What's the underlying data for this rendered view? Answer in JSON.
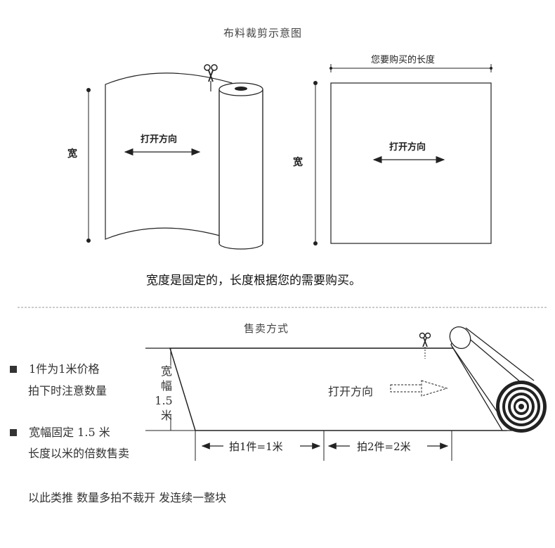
{
  "top_section": {
    "title": "布料裁剪示意图",
    "left_figure": {
      "width_label": "宽",
      "direction_label": "打开方向"
    },
    "right_figure": {
      "length_label": "您要购买的长度",
      "width_label": "宽",
      "direction_label": "打开方向"
    },
    "note": "宽度是固定的，长度根据您的需要购买。"
  },
  "bottom_section": {
    "title": "售卖方式",
    "bullets": [
      {
        "line1": "1件为1米价格",
        "line2": "拍下时注意数量"
      },
      {
        "line1": "宽幅固定 1.5 米",
        "line2": "长度以米的倍数售卖"
      }
    ],
    "width_label": {
      "line1": "宽",
      "line2": "幅",
      "line3": "1.5",
      "line4": "米"
    },
    "direction_label": "打开方向",
    "dimension_1": "拍1件=1米",
    "dimension_2": "拍2件=2米",
    "footer": "以此类推 数量多拍不裁开 发连续一整块"
  },
  "colors": {
    "line": "#222222",
    "divider": "#999999",
    "text": "#333333"
  },
  "icons": [
    "scissors-icon",
    "double-arrow-icon",
    "dashed-arrow-icon"
  ]
}
